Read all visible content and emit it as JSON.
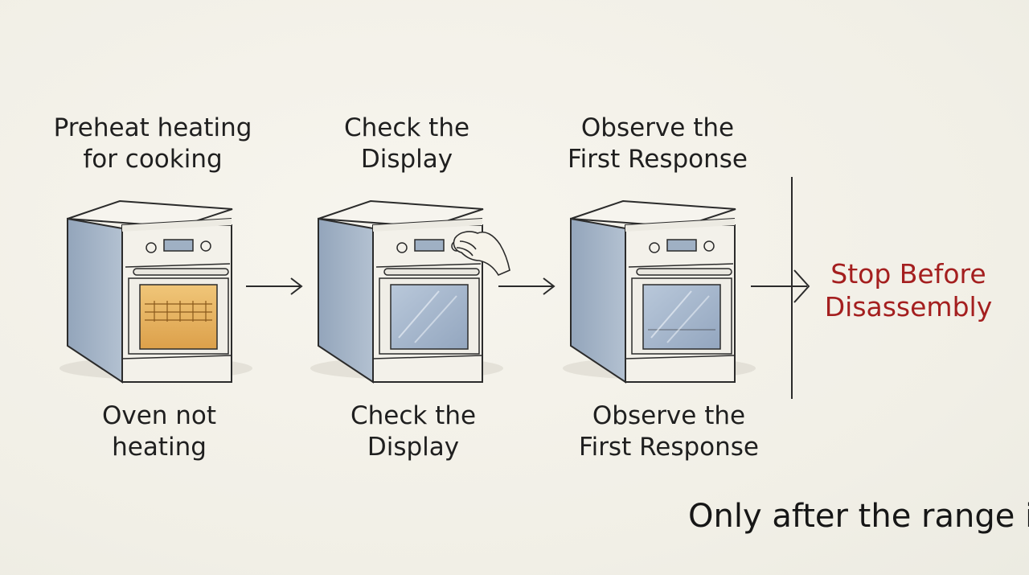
{
  "steps": [
    {
      "top_label": "Preheat heating\nfor cooking",
      "bottom_label": "Oven not\nheating",
      "state": "heating",
      "icon": "oven-icon"
    },
    {
      "top_label": "Check the\nDisplay",
      "bottom_label": "Check the\nDisplay",
      "state": "hand-on-control",
      "icon": "oven-icon"
    },
    {
      "top_label": "Observe the\nFirst Response",
      "bottom_label": "Observe the\nFirst Response",
      "state": "idle",
      "icon": "oven-icon"
    }
  ],
  "stop": {
    "label": "Stop Before\nDisassembly",
    "color": "#a41f1f"
  },
  "caption": "Only after the range is f",
  "colors": {
    "background": "#f4f2ea",
    "oven_side": "#9fb0c4",
    "oven_body": "#f3f1ea",
    "window_glass": "#a8bad0",
    "heat_glow": "#e7b45a",
    "stroke": "#2b2b2b"
  }
}
